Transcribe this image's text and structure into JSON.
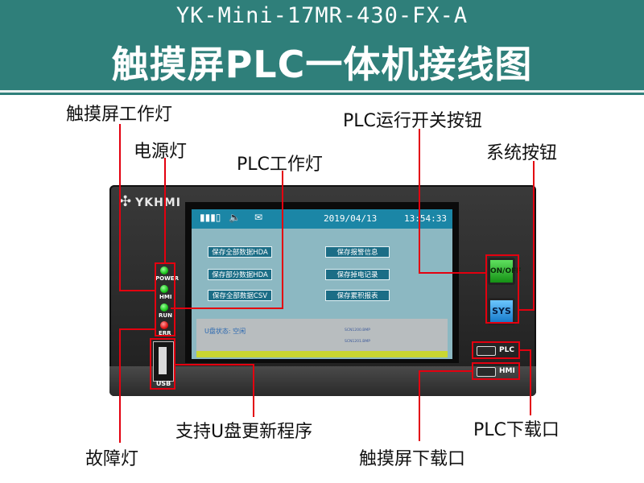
{
  "header": {
    "model": "YK-Mini-17MR-430-FX-A",
    "title": "触摸屏PLC一体机接线图"
  },
  "device": {
    "brand": "YKHMI",
    "leds": [
      {
        "label": "POWER",
        "color": "#19c419"
      },
      {
        "label": "HMI",
        "color": "#19c419"
      },
      {
        "label": "RUN",
        "color": "#19c419"
      },
      {
        "label": "ERR",
        "color": "#e01414"
      }
    ],
    "usb_label": "USB",
    "buttons": {
      "onoff": "ON/OFF",
      "sys": "SYS"
    },
    "ports": {
      "plc": "PLC",
      "hmi": "HMI"
    }
  },
  "screen": {
    "status_date": "2019/04/13",
    "status_time": "13:54:33",
    "buttons_left": [
      "保存全部数据HDA",
      "保存部分数据HDA",
      "保存全部数据CSV"
    ],
    "buttons_right": [
      "保存报警信息",
      "保存掉电记录",
      "保存累积报表"
    ],
    "udisk_status": "U盘状态: 空闲",
    "files": [
      "SCN1200.BMP",
      "SCN1201.BMP"
    ]
  },
  "callouts": {
    "touch_light": "触摸屏工作灯",
    "power_light": "电源灯",
    "plc_light": "PLC工作灯",
    "plc_switch": "PLC运行开关按钮",
    "sys_button": "系统按钮",
    "usb_update": "支持U盘更新程序",
    "fault_light": "故障灯",
    "touch_download": "触摸屏下载口",
    "plc_download": "PLC下载口"
  },
  "colors": {
    "banner": "#2f7f7a",
    "callout": "#e3000f",
    "screen_bar": "#1b86a6"
  }
}
